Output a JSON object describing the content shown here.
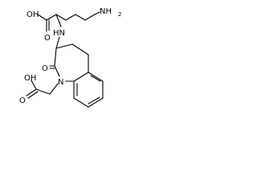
{
  "labels": {
    "acid_top_oh": "OH",
    "acid_top_o": "O",
    "amine_nh": "HN",
    "terminal_amine_n": "NH",
    "terminal_amine_sub": "2",
    "ring_oxo": "O",
    "ring_n": "N",
    "acid_bottom_oh": "OH",
    "acid_bottom_o": "O"
  }
}
